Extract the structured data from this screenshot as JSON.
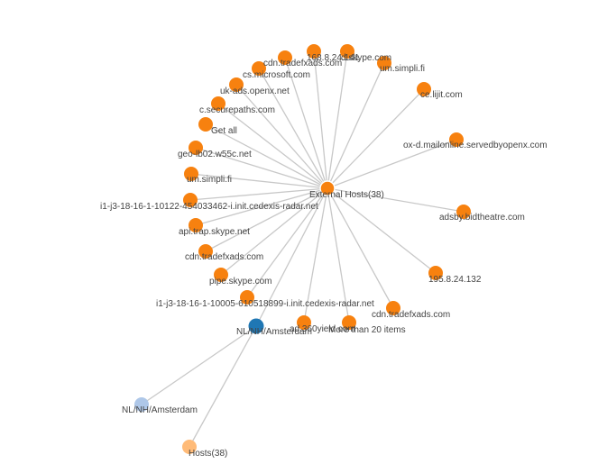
{
  "colors": {
    "background": "#ffffff",
    "link": "#c8c8c8",
    "label": "#444444"
  },
  "graph": {
    "nodes": [
      {
        "id": "ext",
        "label": "External Hosts(38)",
        "color": "#f7810f",
        "stroke": "#ffffff"
      },
      {
        "id": "n1",
        "label": "168.8.24.141",
        "color": "#f7810f"
      },
      {
        "id": "n2",
        "label": "d.skype.com",
        "color": "#f7810f"
      },
      {
        "id": "n3",
        "label": "cdn.tradefxads.com",
        "color": "#f7810f"
      },
      {
        "id": "n4",
        "label": "um.simpli.fi",
        "color": "#f7810f"
      },
      {
        "id": "n5",
        "label": "cs.microsoft.com",
        "color": "#f7810f"
      },
      {
        "id": "n6",
        "label": "ce.lijit.com",
        "color": "#f7810f"
      },
      {
        "id": "n7",
        "label": "uk-ads.openx.net",
        "color": "#f7810f"
      },
      {
        "id": "n8",
        "label": "c.securepaths.com",
        "color": "#f7810f"
      },
      {
        "id": "n9",
        "label": "Get all",
        "color": "#f7810f"
      },
      {
        "id": "n10",
        "label": "ox-d.mailonline.servedbyopenx.com",
        "color": "#f7810f"
      },
      {
        "id": "n11",
        "label": "geo-lb02.w55c.net",
        "color": "#f7810f"
      },
      {
        "id": "n12",
        "label": "um.simpli.fi",
        "color": "#f7810f"
      },
      {
        "id": "n13",
        "label": "i1-j3-18-16-1-10122-454033462-i.init.cedexis-radar.net",
        "color": "#f7810f"
      },
      {
        "id": "n14",
        "label": "adsby.bidtheatre.com",
        "color": "#f7810f"
      },
      {
        "id": "n15",
        "label": "api.trap.skype.net",
        "color": "#f7810f"
      },
      {
        "id": "n16",
        "label": "cdn.tradefxads.com",
        "color": "#f7810f"
      },
      {
        "id": "n17",
        "label": "pipe.skype.com",
        "color": "#f7810f"
      },
      {
        "id": "n18",
        "label": "195.8.24.132",
        "color": "#f7810f"
      },
      {
        "id": "n19",
        "label": "i1-j3-18-16-1-10005-610518899-i.init.cedexis-radar.net",
        "color": "#f7810f"
      },
      {
        "id": "n20",
        "label": "cdn.tradefxads.com",
        "color": "#f7810f"
      },
      {
        "id": "n21",
        "label": "ad.360yield.com",
        "color": "#f7810f"
      },
      {
        "id": "n22",
        "label": "More than 20 items",
        "color": "#f7810f"
      },
      {
        "id": "nl1",
        "label": "NL/NH/Amsterdam",
        "color": "#1f77b4"
      },
      {
        "id": "nl2",
        "label": "NL/NH/Amsterdam",
        "color": "#aec7e8"
      },
      {
        "id": "hosts",
        "label": "Hosts(38)",
        "color": "#ffbb78"
      }
    ],
    "links": [
      [
        "ext",
        "n1"
      ],
      [
        "ext",
        "n2"
      ],
      [
        "ext",
        "n3"
      ],
      [
        "ext",
        "n4"
      ],
      [
        "ext",
        "n5"
      ],
      [
        "ext",
        "n6"
      ],
      [
        "ext",
        "n7"
      ],
      [
        "ext",
        "n8"
      ],
      [
        "ext",
        "n9"
      ],
      [
        "ext",
        "n10"
      ],
      [
        "ext",
        "n11"
      ],
      [
        "ext",
        "n12"
      ],
      [
        "ext",
        "n13"
      ],
      [
        "ext",
        "n14"
      ],
      [
        "ext",
        "n15"
      ],
      [
        "ext",
        "n16"
      ],
      [
        "ext",
        "n17"
      ],
      [
        "ext",
        "n18"
      ],
      [
        "ext",
        "n19"
      ],
      [
        "ext",
        "n20"
      ],
      [
        "ext",
        "n21"
      ],
      [
        "ext",
        "n22"
      ],
      [
        "ext",
        "nl1"
      ],
      [
        "nl1",
        "nl2"
      ],
      [
        "nl1",
        "hosts"
      ]
    ]
  }
}
